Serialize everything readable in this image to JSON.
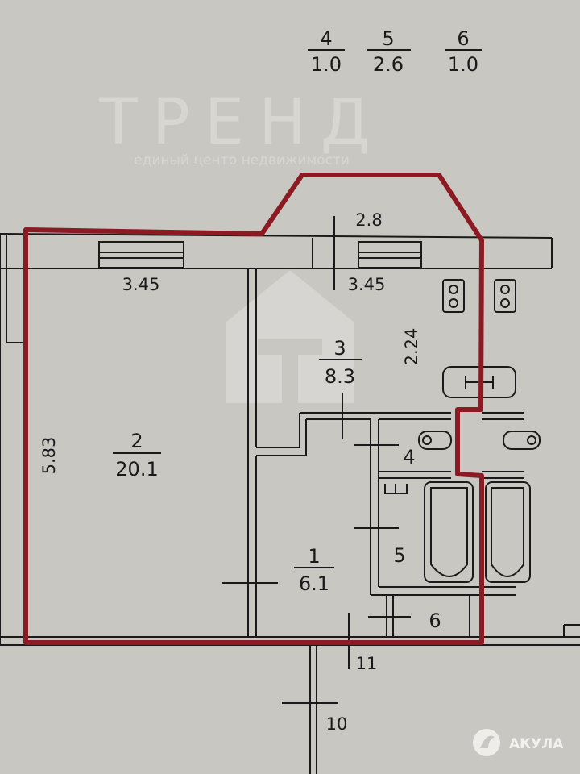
{
  "legend": [
    {
      "num": "4",
      "area": "1.0"
    },
    {
      "num": "5",
      "area": "2.6"
    },
    {
      "num": "6",
      "area": "1.0"
    }
  ],
  "rooms": [
    {
      "num": "1",
      "area": "6.1"
    },
    {
      "num": "2",
      "area": "20.1"
    },
    {
      "num": "3",
      "area": "8.3"
    },
    {
      "num": "4"
    },
    {
      "num": "5"
    },
    {
      "num": "6"
    }
  ],
  "dimensions": {
    "left_top": "3.45",
    "right_top": "3.45",
    "bay": "2.8",
    "height_left": "5.83",
    "kitchen_depth": "2.24"
  },
  "neighbors": {
    "n11": "11",
    "n10": "10"
  },
  "watermark": {
    "title": "ТРЕНД",
    "subtitle": "единый центр недвижимости"
  },
  "logo": {
    "text": "АКУЛА"
  },
  "colors": {
    "outline": "#8b1a22",
    "background": "#c8c7c2",
    "ink": "#1a1a1a"
  }
}
